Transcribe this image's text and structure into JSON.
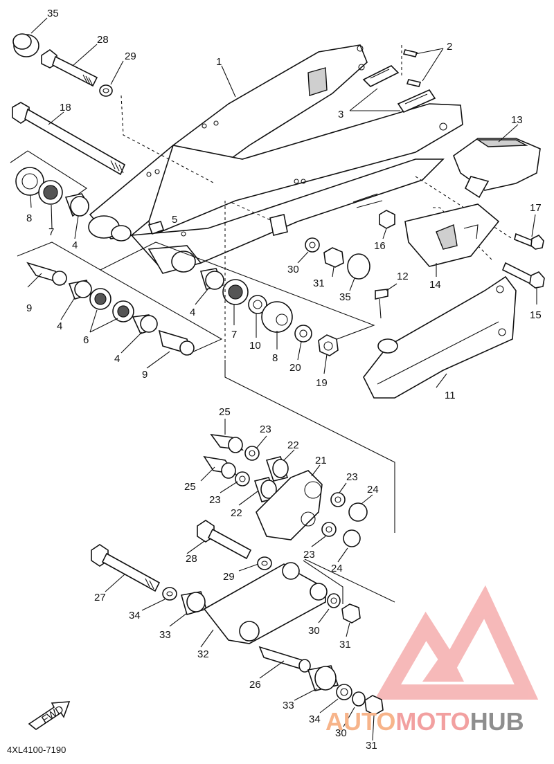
{
  "diagram": {
    "code": "4XL4100-7190",
    "fwd_label": "FWD",
    "watermark": {
      "part1": "AUTO",
      "part2": "MOTO",
      "part3": "HUB",
      "colors": {
        "auto": "#f7b48a",
        "moto": "#f2a0a0",
        "hub": "#8e8e8e",
        "logo": "#f08080"
      }
    },
    "callouts": [
      "35",
      "28",
      "29",
      "18",
      "8",
      "7",
      "4",
      "9",
      "4",
      "6",
      "4",
      "9",
      "1",
      "5",
      "2",
      "3",
      "13",
      "17",
      "16",
      "30",
      "31",
      "35",
      "12",
      "14",
      "15",
      "4",
      "7",
      "10",
      "8",
      "20",
      "19",
      "11",
      "25",
      "23",
      "22",
      "21",
      "25",
      "23",
      "22",
      "23",
      "24",
      "28",
      "29",
      "23",
      "24",
      "27",
      "34",
      "33",
      "30",
      "32",
      "31",
      "26",
      "33",
      "34",
      "30",
      "31"
    ]
  }
}
